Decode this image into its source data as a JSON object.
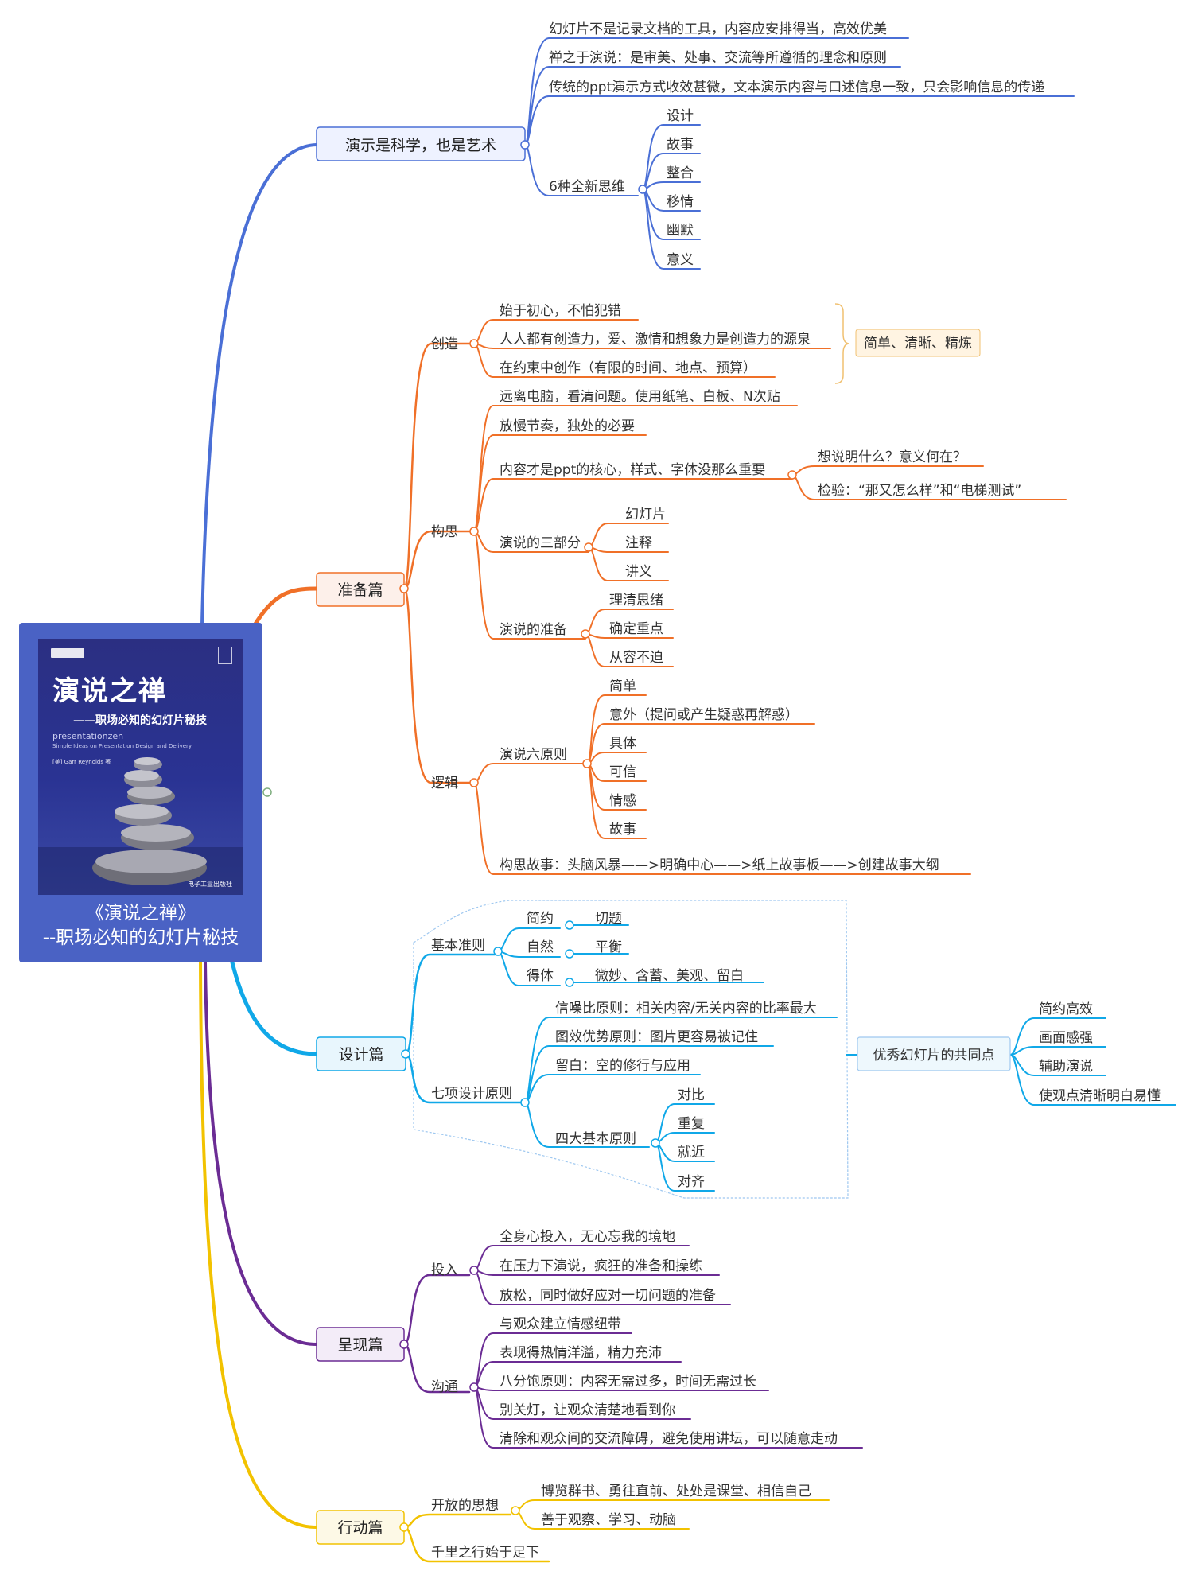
{
  "colors": {
    "science": "#4a6fd6",
    "prep": "#f07028",
    "design": "#10a8e8",
    "present": "#6b2c94",
    "action": "#f2c200"
  },
  "center": {
    "title_line1": "《演说之禅》",
    "title_line2": "--职场必知的幻灯片秘技",
    "cover": {
      "title": "演说之禅",
      "subtitle": "——职场必知的幻灯片秘技",
      "english": "presentationzen",
      "english_sub": "Simple Ideas on Presentation Design and Delivery",
      "author": "[美] Garr Reynolds 著",
      "publisher": "电子工业出版社"
    }
  },
  "nodes": {
    "n1": "演示是科学，也是艺术",
    "n1a": "幻灯片不是记录文档的工具，内容应安排得当，高效优美",
    "n1b": "禅之于演说：是审美、处事、交流等所遵循的理念和原则",
    "n1c": "传统的ppt演示方式收效甚微，文本演示内容与口述信息一致，只会影响信息的传递",
    "n1d": "6种全新思维",
    "n1d1": "设计",
    "n1d2": "故事",
    "n1d3": "整合",
    "n1d4": "移情",
    "n1d5": "幽默",
    "n1d6": "意义",
    "n2": "准备篇",
    "n2a": "创造",
    "n2a1": "始于初心，不怕犯错",
    "n2a2": "人人都有创造力，爱、激情和想象力是创造力的源泉",
    "n2a3": "在约束中创作（有限的时间、地点、预算）",
    "n2a_note": "简单、清晰、精炼",
    "n2b": "构思",
    "n2b1": "远离电脑，看清问题。使用纸笔、白板、N次贴",
    "n2b2": "放慢节奏，独处的必要",
    "n2b3": "内容才是ppt的核心，样式、字体没那么重要",
    "n2b3a": "想说明什么？意义何在？",
    "n2b3b": "检验：“那又怎么样”和“电梯测试”",
    "n2b4": "演说的三部分",
    "n2b4a": "幻灯片",
    "n2b4b": "注释",
    "n2b4c": "讲义",
    "n2b5": "演说的准备",
    "n2b5a": "理清思绪",
    "n2b5b": "确定重点",
    "n2b5c": "从容不迫",
    "n2c": "逻辑",
    "n2c1": "演说六原则",
    "n2c1a": "简单",
    "n2c1b": "意外（提问或产生疑惑再解惑）",
    "n2c1c": "具体",
    "n2c1d": "可信",
    "n2c1e": "情感",
    "n2c1f": "故事",
    "n2c2": "构思故事：头脑风暴——>明确中心——>纸上故事板——>创建故事大纲",
    "n3": "设计篇",
    "n3a": "基本准则",
    "n3a1": "简约",
    "n3a1x": "切题",
    "n3a2": "自然",
    "n3a2x": "平衡",
    "n3a3": "得体",
    "n3a3x": "微妙、含蓄、美观、留白",
    "n3b": "七项设计原则",
    "n3b1": "信噪比原则：相关内容/无关内容的比率最大",
    "n3b2": "图效优势原则：图片更容易被记住",
    "n3b3": "留白：空的修行与应用",
    "n3b4": "四大基本原则",
    "n3b4a": "对比",
    "n3b4b": "重复",
    "n3b4c": "就近",
    "n3b4d": "对齐",
    "n3_note": "优秀幻灯片的共同点",
    "n3n1": "简约高效",
    "n3n2": "画面感强",
    "n3n3": "辅助演说",
    "n3n4": "使观点清晰明白易懂",
    "n4": "呈现篇",
    "n4a": "投入",
    "n4a1": "全身心投入，无心忘我的境地",
    "n4a2": "在压力下演说，疯狂的准备和操练",
    "n4a3": "放松，同时做好应对一切问题的准备",
    "n4b": "沟通",
    "n4b1": "与观众建立情感纽带",
    "n4b2": "表现得热情洋溢，精力充沛",
    "n4b3": "八分饱原则：内容无需过多，时间无需过长",
    "n4b4": "别关灯，让观众清楚地看到你",
    "n4b5": "清除和观众间的交流障碍，避免使用讲坛，可以随意走动",
    "n5": "行动篇",
    "n5a": "开放的思想",
    "n5a1": "博览群书、勇往直前、处处是课堂、相信自己",
    "n5a2": "善于观察、学习、动脑",
    "n5b": "千里之行始于足下"
  }
}
